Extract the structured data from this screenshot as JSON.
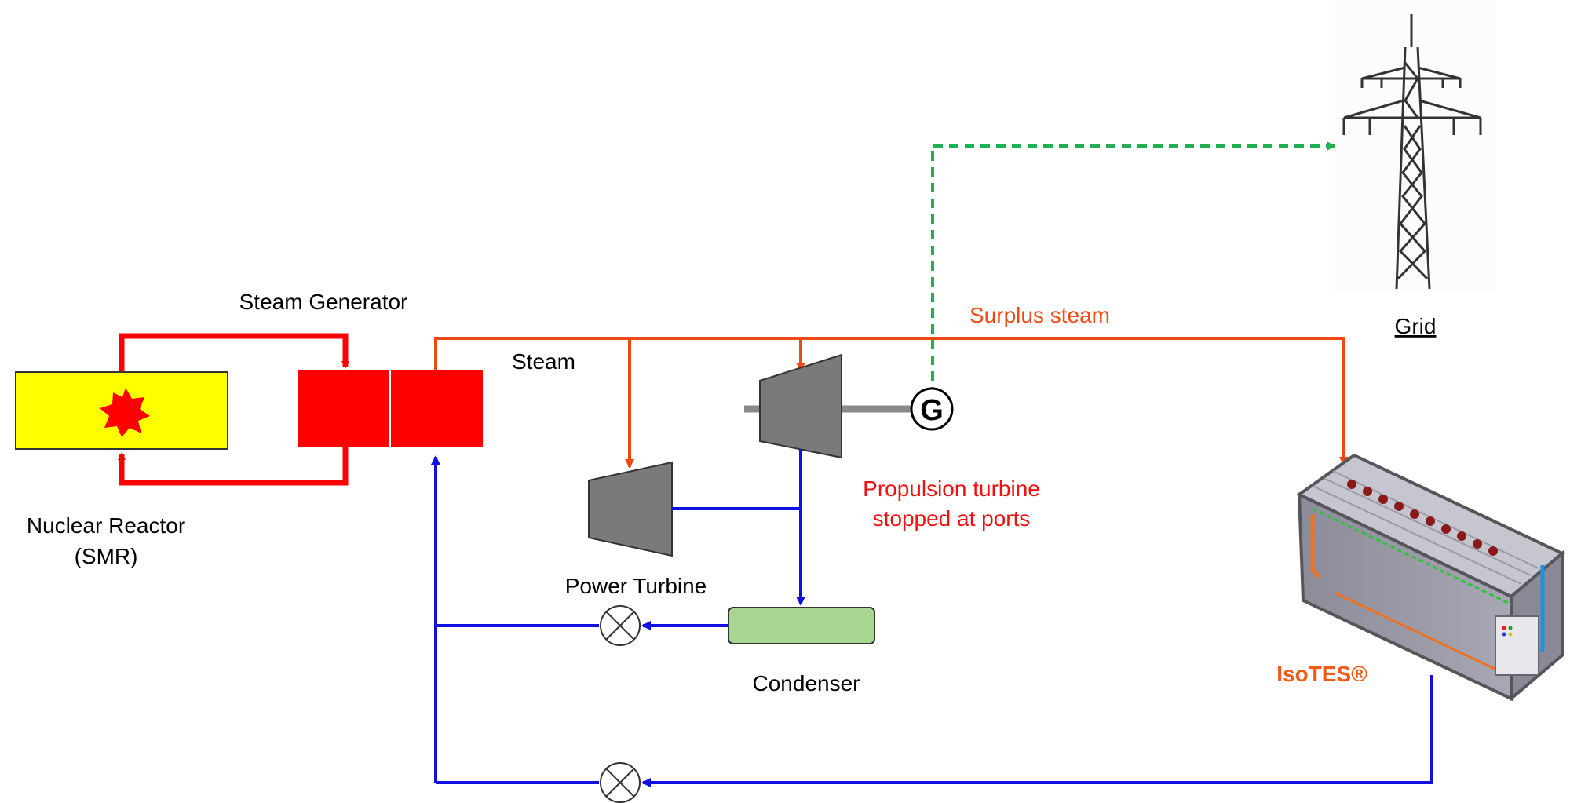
{
  "labels": {
    "steam_generator": "Steam Generator",
    "nuclear_reactor_line1": "Nuclear Reactor",
    "nuclear_reactor_line2": "(SMR)",
    "steam": "Steam",
    "surplus_steam": "Surplus steam",
    "grid": "Grid",
    "generator_symbol": "G",
    "propulsion_line1": "Propulsion turbine",
    "propulsion_line2": "stopped at ports",
    "power_turbine": "Power Turbine",
    "condenser": "Condenser",
    "isotes": "IsoTES®"
  },
  "colors": {
    "hot_loop": "#ff0000",
    "steam_line": "#f04a14",
    "return_line": "#1010e0",
    "grid_link": "#20b050",
    "reactor_fill": "#ffff00",
    "generator_fill": "#ff0000",
    "turbine_fill": "#7a7a7a",
    "condenser_fill": "#a8d590",
    "propulsion_text": "#ee1111",
    "surplus_text": "#f04a14",
    "isotes_text": "#f05a14"
  }
}
